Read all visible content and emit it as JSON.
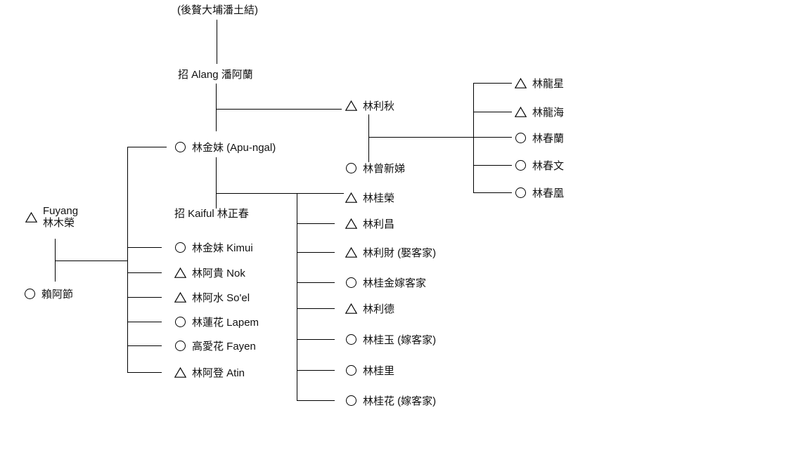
{
  "colors": {
    "background": "#ffffff",
    "line": "#000000",
    "text": "#111111"
  },
  "persons": {
    "pan-tujie": {
      "label": "(後贅大埔潘土結)",
      "symbol": "none"
    },
    "pan-alan": {
      "label": "招 Alang 潘阿蘭",
      "symbol": "none"
    },
    "lin-liqiu": {
      "label": "林利秋",
      "symbol": "triangle"
    },
    "lin-jinmei-apungal": {
      "label": "林金妹 (Apu-ngal)",
      "symbol": "circle"
    },
    "lin-zeng-xindi": {
      "label": "林曾新娣",
      "symbol": "circle"
    },
    "lin-zhengchun": {
      "label": "招 Kaiful 林正春",
      "symbol": "none"
    },
    "lin-longxing": {
      "label": "林龍星",
      "symbol": "triangle"
    },
    "lin-longhai": {
      "label": "林龍海",
      "symbol": "triangle"
    },
    "lin-chunlan": {
      "label": "林春蘭",
      "symbol": "circle"
    },
    "lin-chunwen": {
      "label": "林春文",
      "symbol": "circle"
    },
    "lin-chunhuang": {
      "label": "林春凰",
      "symbol": "circle"
    },
    "lin-murong": {
      "name_roman": "Fuyang",
      "name_cjk": "林木榮",
      "symbol": "triangle"
    },
    "lai-ajie": {
      "label": "賴阿節",
      "symbol": "circle"
    },
    "lin-jinmei-kimui": {
      "label": "林金妹 Kimui",
      "symbol": "circle"
    },
    "lin-agui-nok": {
      "label": "林阿貴 Nok",
      "symbol": "triangle"
    },
    "lin-ashui-soel": {
      "label": "林阿水 So'el",
      "symbol": "triangle"
    },
    "lin-lianhua-lapem": {
      "label": "林蓮花 Lapem",
      "symbol": "circle"
    },
    "gao-aihua-fayen": {
      "label": "高愛花 Fayen",
      "symbol": "circle"
    },
    "lin-adeng-atin": {
      "label": "林阿登 Atin",
      "symbol": "triangle"
    },
    "lin-guirong": {
      "label": "林桂榮",
      "symbol": "triangle"
    },
    "lin-lichang": {
      "label": "林利昌",
      "symbol": "triangle"
    },
    "lin-licai": {
      "label": "林利財 (娶客家)",
      "symbol": "triangle"
    },
    "lin-guijin": {
      "label": "林桂金嫁客家",
      "symbol": "circle"
    },
    "lin-lide": {
      "label": "林利德",
      "symbol": "triangle"
    },
    "lin-guiyu": {
      "label": "林桂玉 (嫁客家)",
      "symbol": "circle"
    },
    "lin-guili": {
      "label": "林桂里",
      "symbol": "circle"
    },
    "lin-guihua": {
      "label": "林桂花 (嫁客家)",
      "symbol": "circle"
    }
  }
}
